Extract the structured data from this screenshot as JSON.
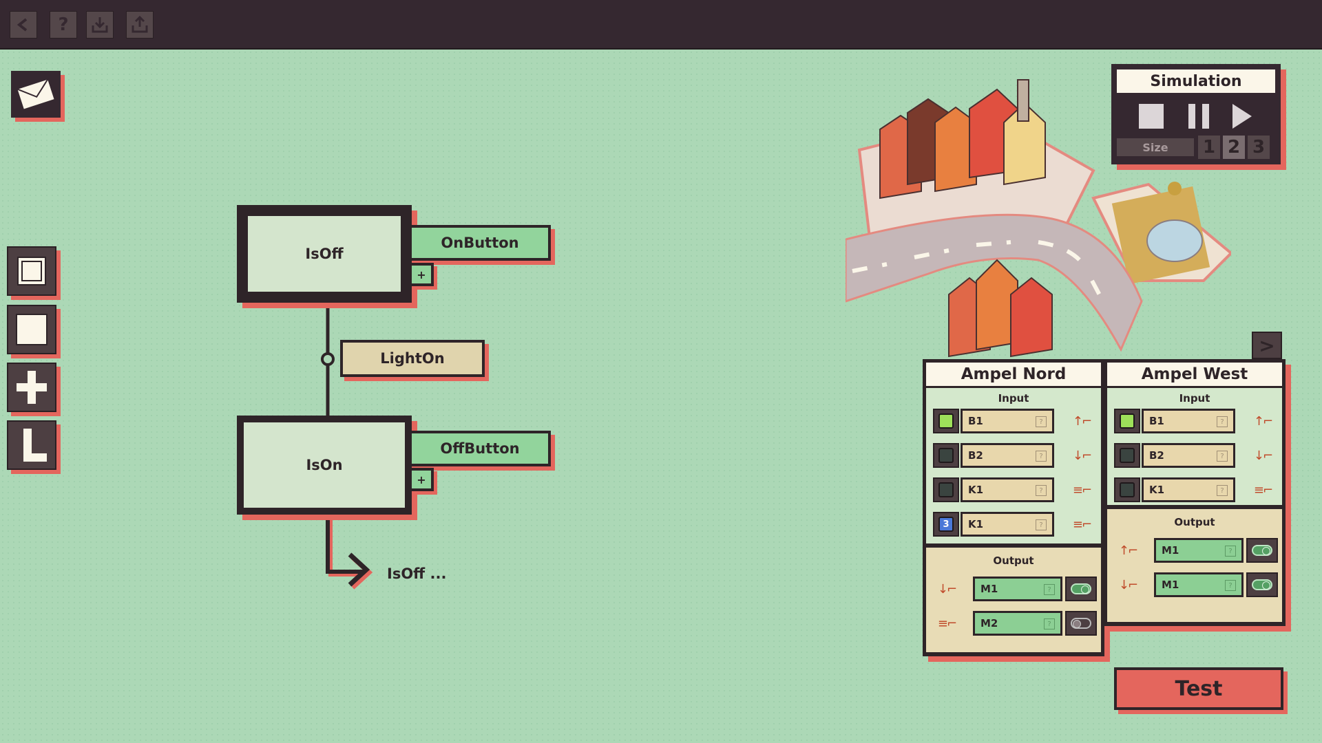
{
  "colors": {
    "background": "#acd8b6",
    "dark": "#352830",
    "accent_red": "#e4665d",
    "green": "#8ccf94",
    "tan": "#e8d7ac"
  },
  "toolbar": {
    "back_icon": "chevron-left-icon",
    "help_label": "?",
    "download_icon": "download-icon",
    "upload_icon": "upload-icon"
  },
  "graph": {
    "states": [
      {
        "label": "IsOff"
      },
      {
        "label": "IsOn"
      }
    ],
    "events": {
      "on_button": "OnButton",
      "off_button": "OffButton",
      "light_on": "LightOn"
    },
    "add_label": "+",
    "goto_label": "IsOff ..."
  },
  "tools": [
    "state-box-icon",
    "filled-box-icon",
    "cross-icon",
    "corner-icon"
  ],
  "simulation": {
    "title": "Simulation",
    "size_label": "Size",
    "sizes": [
      "1",
      "2",
      "3"
    ],
    "selected_size": "2"
  },
  "next_label": ">",
  "panels": [
    {
      "title": "Ampel Nord",
      "input_label": "Input",
      "inputs": [
        {
          "name": "B1",
          "led": "green",
          "trigger": "rise"
        },
        {
          "name": "B2",
          "led": "off",
          "trigger": "fall"
        },
        {
          "name": "K1",
          "led": "off",
          "trigger": "level"
        },
        {
          "name": "K1",
          "led": "blue",
          "led_value": "3",
          "trigger": "level"
        }
      ],
      "output_label": "Output",
      "outputs": [
        {
          "name": "M1",
          "trigger": "fall",
          "state": "on"
        },
        {
          "name": "M2",
          "trigger": "level",
          "state": "off"
        }
      ]
    },
    {
      "title": "Ampel West",
      "input_label": "Input",
      "inputs": [
        {
          "name": "B1",
          "led": "green",
          "trigger": "rise"
        },
        {
          "name": "B2",
          "led": "off",
          "trigger": "fall"
        },
        {
          "name": "K1",
          "led": "off",
          "trigger": "level"
        }
      ],
      "output_label": "Output",
      "outputs": [
        {
          "name": "M1",
          "trigger": "rise",
          "state": "on"
        },
        {
          "name": "M1",
          "trigger": "fall",
          "state": "on"
        }
      ]
    }
  ],
  "q_mark": "?",
  "test_label": "Test"
}
